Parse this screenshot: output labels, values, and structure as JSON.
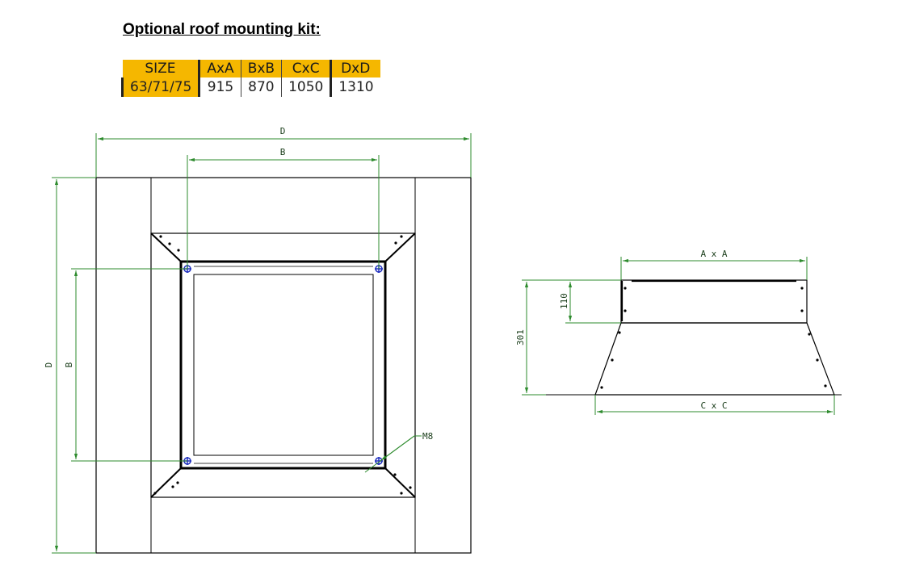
{
  "title": "Optional roof mounting kit:",
  "table": {
    "headers": [
      "SIZE",
      "AxA",
      "BxB",
      "CxC",
      "DxD"
    ],
    "row": [
      "63/71/75",
      "915",
      "870",
      "1050",
      "1310"
    ]
  },
  "plan_view": {
    "dim_outer": "D",
    "dim_inner": "B",
    "dim_outer_vertical": "D",
    "dim_inner_vertical": "B",
    "bolt_label": "M8"
  },
  "side_view": {
    "dim_top": "A x A",
    "dim_bottom": "C x C",
    "dim_upper_height": "110",
    "dim_total_height": "301"
  },
  "colors": {
    "dimension": "#2e8b2e",
    "outline": "#000000",
    "bolt": "#1f2fbf",
    "header_fill": "#f5b700"
  }
}
